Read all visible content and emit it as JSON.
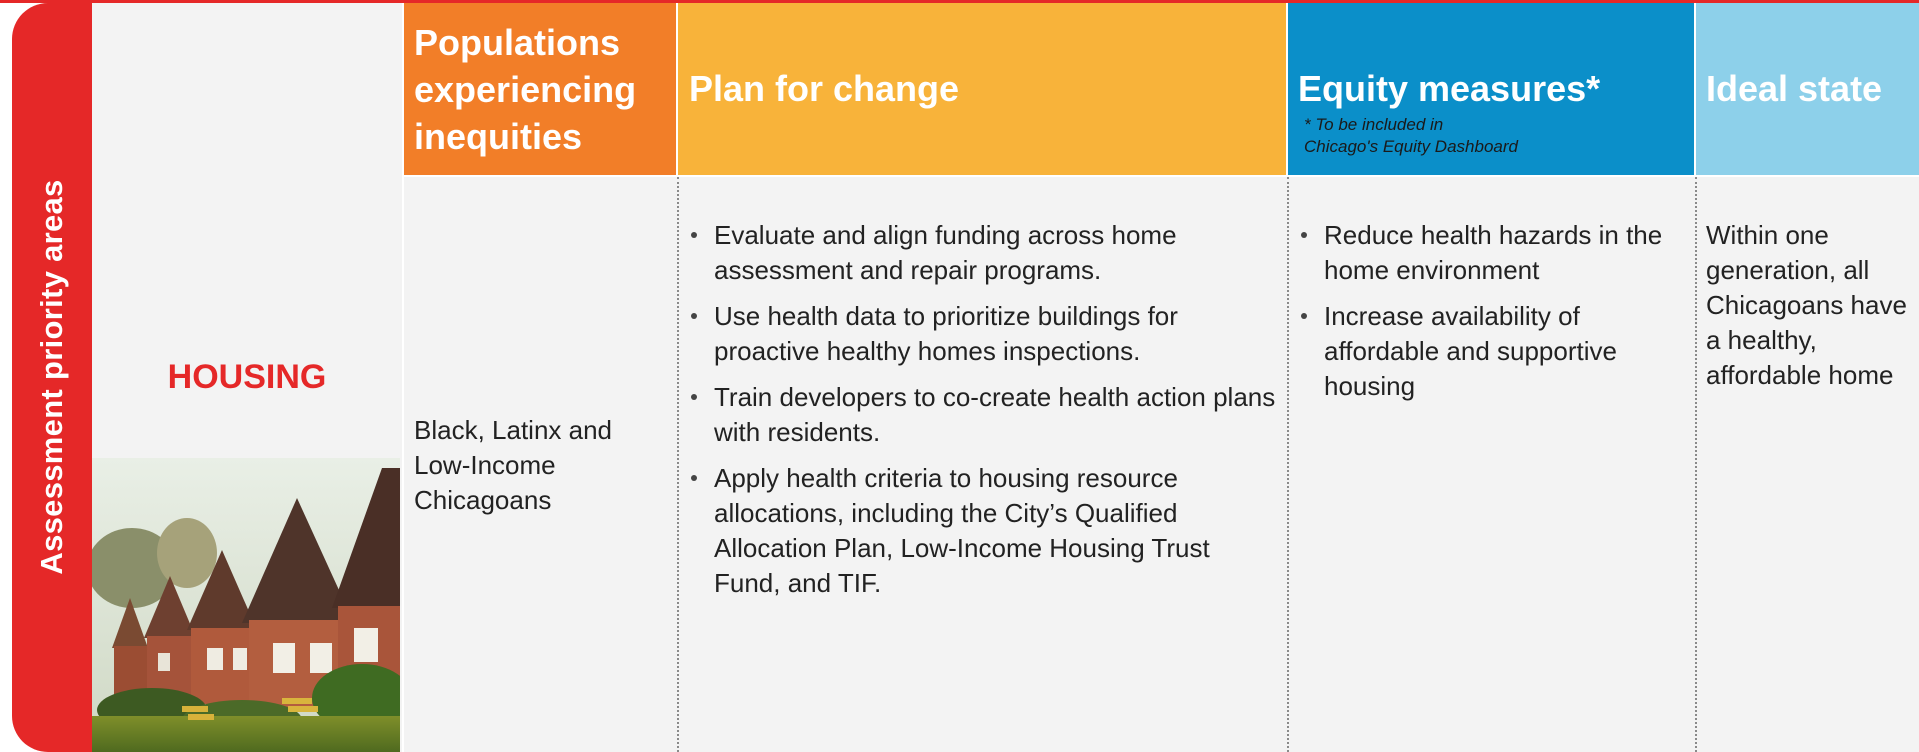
{
  "side_label": "Assessment priority areas",
  "area": {
    "name": "HOUSING",
    "photo_icon": "row-of-brick-houses-photo"
  },
  "headers": {
    "populations": "Populations experiencing inequities",
    "plan": "Plan for change",
    "equity": "Equity measures*",
    "equity_note_line1": "* To be included in",
    "equity_note_line2": "Chicago's Equity Dashboard",
    "ideal": "Ideal state"
  },
  "row": {
    "populations": "Black, Latinx and Low-Income Chicagoans",
    "plan_items": [
      "Evaluate and align funding across home assessment and repair programs.",
      "Use health data to prioritize buildings for proactive healthy homes inspections.",
      "Train developers to co-create health action plans with residents.",
      "Apply health criteria to housing resource allocations, including the City’s Qualified Allocation Plan, Low-Income Housing Trust Fund, and TIF."
    ],
    "equity_items": [
      "Reduce health hazards in the home environment",
      "Increase availability of affordable and supportive housing"
    ],
    "ideal": "Within one generation, all Chicagoans have a healthy, affordable home"
  },
  "colors": {
    "accent_red": "#e52828",
    "populations_orange": "#f27e28",
    "plan_yellow": "#f8b33a",
    "equity_blue": "#0b8fc9",
    "ideal_light_blue": "#8dd0ea",
    "panel_gray": "#f3f3f3"
  }
}
